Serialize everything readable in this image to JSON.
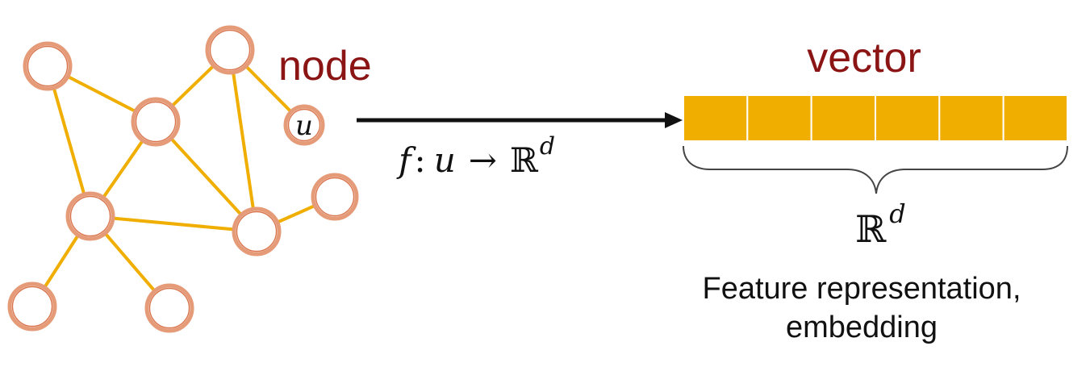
{
  "node_label": "node",
  "vector_label": "vector",
  "mapping": {
    "f": "f",
    "colon": ":",
    "u": "u",
    "arrow": "→",
    "space_symbol": "ℝ",
    "exponent": "d"
  },
  "highlighted_node_symbol": "u",
  "vector_space": {
    "symbol": "ℝ",
    "exponent": "d"
  },
  "caption": {
    "line1": "Feature representation,",
    "line2": "embedding"
  },
  "vector_cell_count": 6,
  "colors": {
    "edge": "#efae00",
    "node_stroke": "#e59a78",
    "node_inner_stroke": "#d9764f",
    "vector_cell": "#efae00",
    "label_red": "#8b1414",
    "arrow": "#111111",
    "brace": "#444444"
  }
}
